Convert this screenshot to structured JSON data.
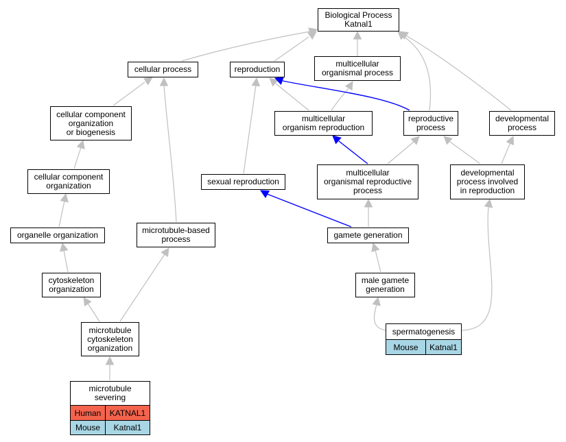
{
  "colors": {
    "edge_gray": "#c0c0c0",
    "edge_blue": "#0000ff",
    "human": "#f4634d",
    "mouse": "#a8d6e5"
  },
  "nodes": {
    "root": "Biological Process\nKatnal1",
    "cellular_process": "cellular process",
    "reproduction": "reproduction",
    "multicellular_organismal_process": "multicellular\norganismal process",
    "cellular_component_org_biogenesis": "cellular component\norganization\nor biogenesis",
    "multicellular_organism_reproduction": "multicellular\norganism reproduction",
    "reproductive_process": "reproductive\nprocess",
    "developmental_process": "developmental\nprocess",
    "cellular_component_organization": "cellular component\norganization",
    "sexual_reproduction": "sexual reproduction",
    "multicellular_organismal_reproductive_process": "multicellular\norganismal reproductive\nprocess",
    "developmental_process_in_reproduction": "developmental\nprocess involved\nin reproduction",
    "organelle_organization": "organelle organization",
    "microtubule_based_process": "microtubule-based\nprocess",
    "gamete_generation": "gamete generation",
    "cytoskeleton_organization": "cytoskeleton\norganization",
    "male_gamete_generation": "male gamete\ngeneration",
    "microtubule_cytoskeleton_organization": "microtubule\ncytoskeleton\norganization"
  },
  "spermatogenesis": {
    "label": "spermatogenesis",
    "rows": [
      {
        "species": "Mouse",
        "gene": "Katnal1"
      }
    ]
  },
  "microtubule_severing": {
    "label": "microtubule\nsevering",
    "rows": [
      {
        "species": "Human",
        "gene": "KATNAL1"
      },
      {
        "species": "Mouse",
        "gene": "Katnal1"
      }
    ]
  }
}
